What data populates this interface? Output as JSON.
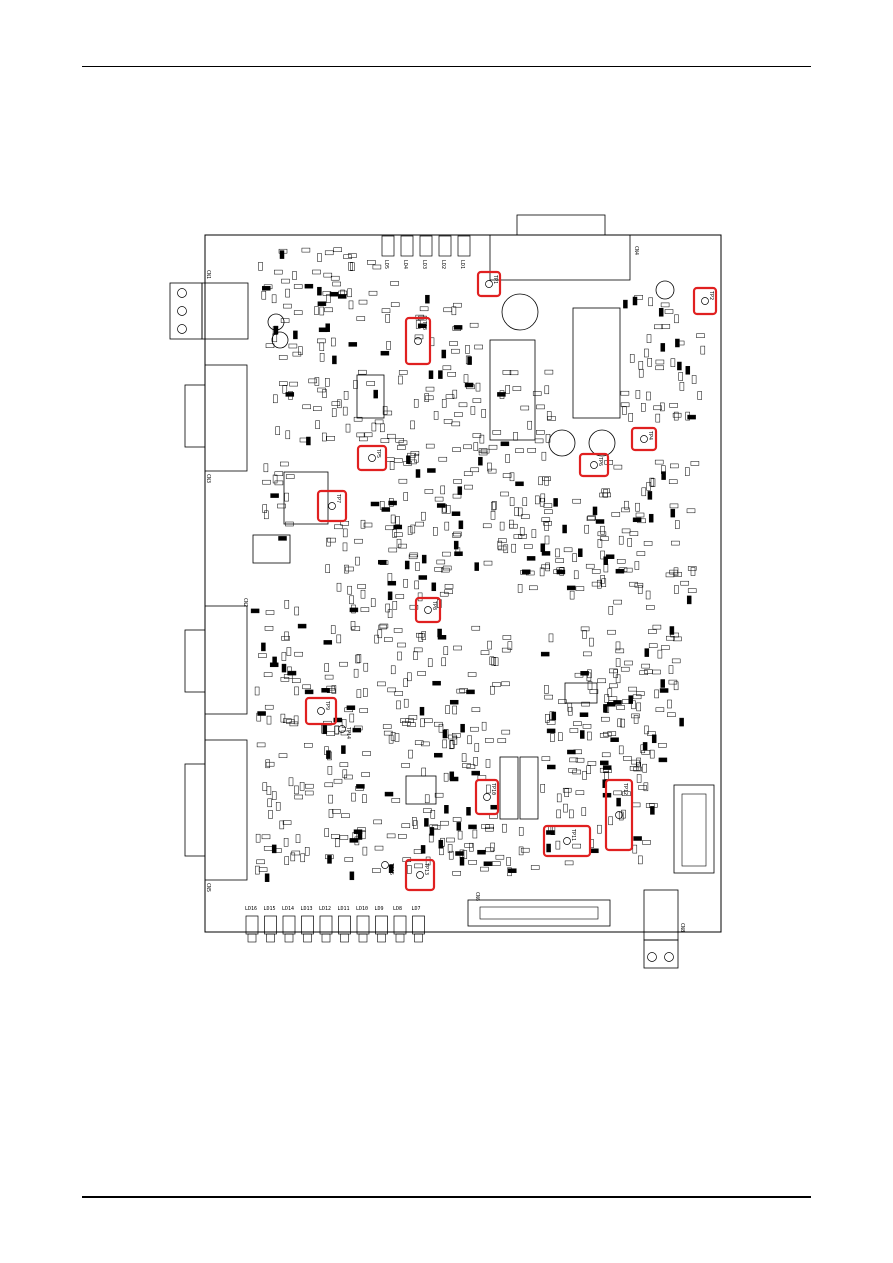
{
  "page": {
    "highlight_color": "#e02020",
    "line_color": "#000000"
  },
  "figure": {
    "connector_labels": [
      "CN4",
      "CN1",
      "CN3",
      "CN2",
      "CN5",
      "CN6",
      "CN8"
    ],
    "test_points": [
      {
        "id": "tp-1",
        "label": "TP1"
      },
      {
        "id": "tp-2",
        "label": "TP2"
      },
      {
        "id": "tp-3",
        "label": "TP3"
      },
      {
        "id": "tp-4",
        "label": "TP4"
      },
      {
        "id": "tp-5",
        "label": "TP5"
      },
      {
        "id": "tp-6",
        "label": "TP6"
      },
      {
        "id": "tp-7",
        "label": "TP7"
      },
      {
        "id": "tp-8",
        "label": "TP8"
      },
      {
        "id": "tp-9",
        "label": "TP9"
      },
      {
        "id": "tp-10",
        "label": "TP10"
      },
      {
        "id": "tp-11",
        "label": "TP11"
      },
      {
        "id": "tp-12",
        "label": "TP12"
      },
      {
        "id": "tp-13",
        "label": "TP13"
      },
      {
        "id": "tp-14",
        "label": "TP14"
      },
      {
        "id": "tp-15",
        "label": "TP15"
      }
    ],
    "led_labels": [
      "LD16",
      "LD15",
      "LD14",
      "LD13",
      "LD12",
      "LD11",
      "LD10",
      "LD9",
      "LD8",
      "LD7"
    ],
    "top_led_labels": [
      "LD5",
      "LD4",
      "LD3",
      "LD2",
      "LD1"
    ]
  }
}
